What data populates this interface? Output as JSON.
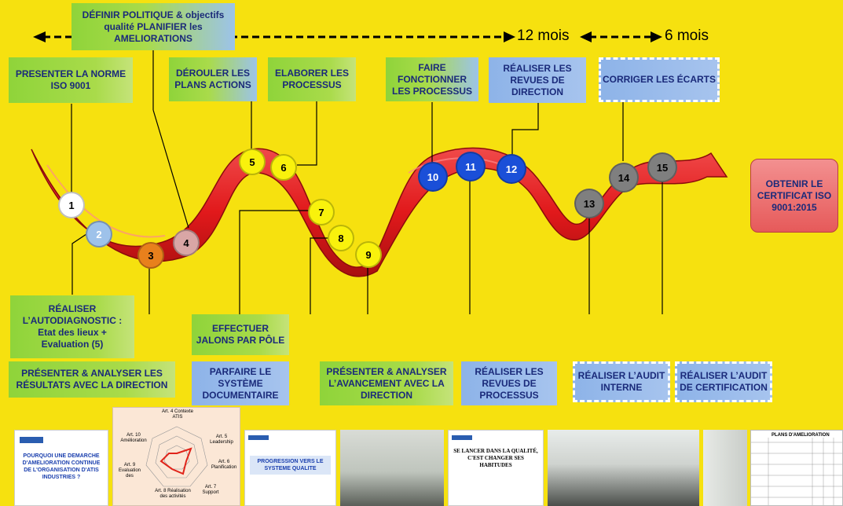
{
  "timeline": {
    "label_12": "12 mois",
    "label_6": "6 mois"
  },
  "steps": [
    {
      "id": "step-1",
      "text": "PRESENTER LA NORME ISO 9001"
    },
    {
      "id": "step-2",
      "text": "RÉALISER L’AUTODIAGNOSTIC : Etat des lieux + Evaluation (5)"
    },
    {
      "id": "step-3",
      "text": "PRÉSENTER & ANALYSER  LES RÉSULTATS AVEC LA DIRECTION"
    },
    {
      "id": "step-4",
      "text": "DÉFINIR POLITIQUE & objectifs qualité PLANIFIER les AMELIORATIONS"
    },
    {
      "id": "step-5",
      "text": "DÉROULER LES PLANS ACTIONS"
    },
    {
      "id": "step-6",
      "text": "ELABORER LES PROCESSUS"
    },
    {
      "id": "step-7",
      "text": "EFFECTUER JALONS PAR PÔLE"
    },
    {
      "id": "step-8",
      "text": "PARFAIRE LE SYSTÈME DOCUMENTAIRE"
    },
    {
      "id": "step-9",
      "text": "PRÉSENTER & ANALYSER L’AVANCEMENT AVEC LA DIRECTION"
    },
    {
      "id": "step-10",
      "text": "FAIRE FONCTIONNER LES PROCESSUS"
    },
    {
      "id": "step-11",
      "text": "RÉALISER LES REVUES DE PROCESSUS"
    },
    {
      "id": "step-12",
      "text": "RÉALISER LES REVUES DE DIRECTION"
    },
    {
      "id": "step-13",
      "text": "RÉALISER L’AUDIT INTERNE"
    },
    {
      "id": "step-14",
      "text": "CORRIGER LES ÉCARTS"
    },
    {
      "id": "step-15",
      "text": "RÉALISER L’AUDIT DE CERTIFICATION"
    }
  ],
  "goal": "OBTENIR LE CERTIFICAT ISO 9001:2015",
  "circles": [
    "1",
    "2",
    "3",
    "4",
    "5",
    "6",
    "7",
    "8",
    "9",
    "10",
    "11",
    "12",
    "13",
    "14",
    "15"
  ],
  "colors": {
    "background": "#f6e10f",
    "ribbon": "#e1191b",
    "green": "#9ad541",
    "blue": "#9cbde9"
  },
  "thumbnails": {
    "t1": {
      "title": "POURQUOI UNE DEMARCHE D'AMELIORATION CONTINUE DE L'ORGANISATION D'ATIS INDUSTRIES ?"
    },
    "radar": {
      "axes": [
        "Art. 4 Contexte ATIS",
        "Art. 5 Leadership",
        "Art. 6 Planification",
        "Art. 7 Support",
        "Art. 8 Réalisation des activités",
        "Art. 9 Evaluation des",
        "Art. 10 Amélioration"
      ]
    },
    "t3": {
      "title": "PROGRESSION VERS LE SYSTEME QUALITE"
    },
    "t5": {
      "title": "SE LANCER DANS LA QUALITÉ, C'EST CHANGER SES HABITUDES"
    },
    "t8": {
      "title": "PLANS D'AMELIORATION"
    }
  }
}
